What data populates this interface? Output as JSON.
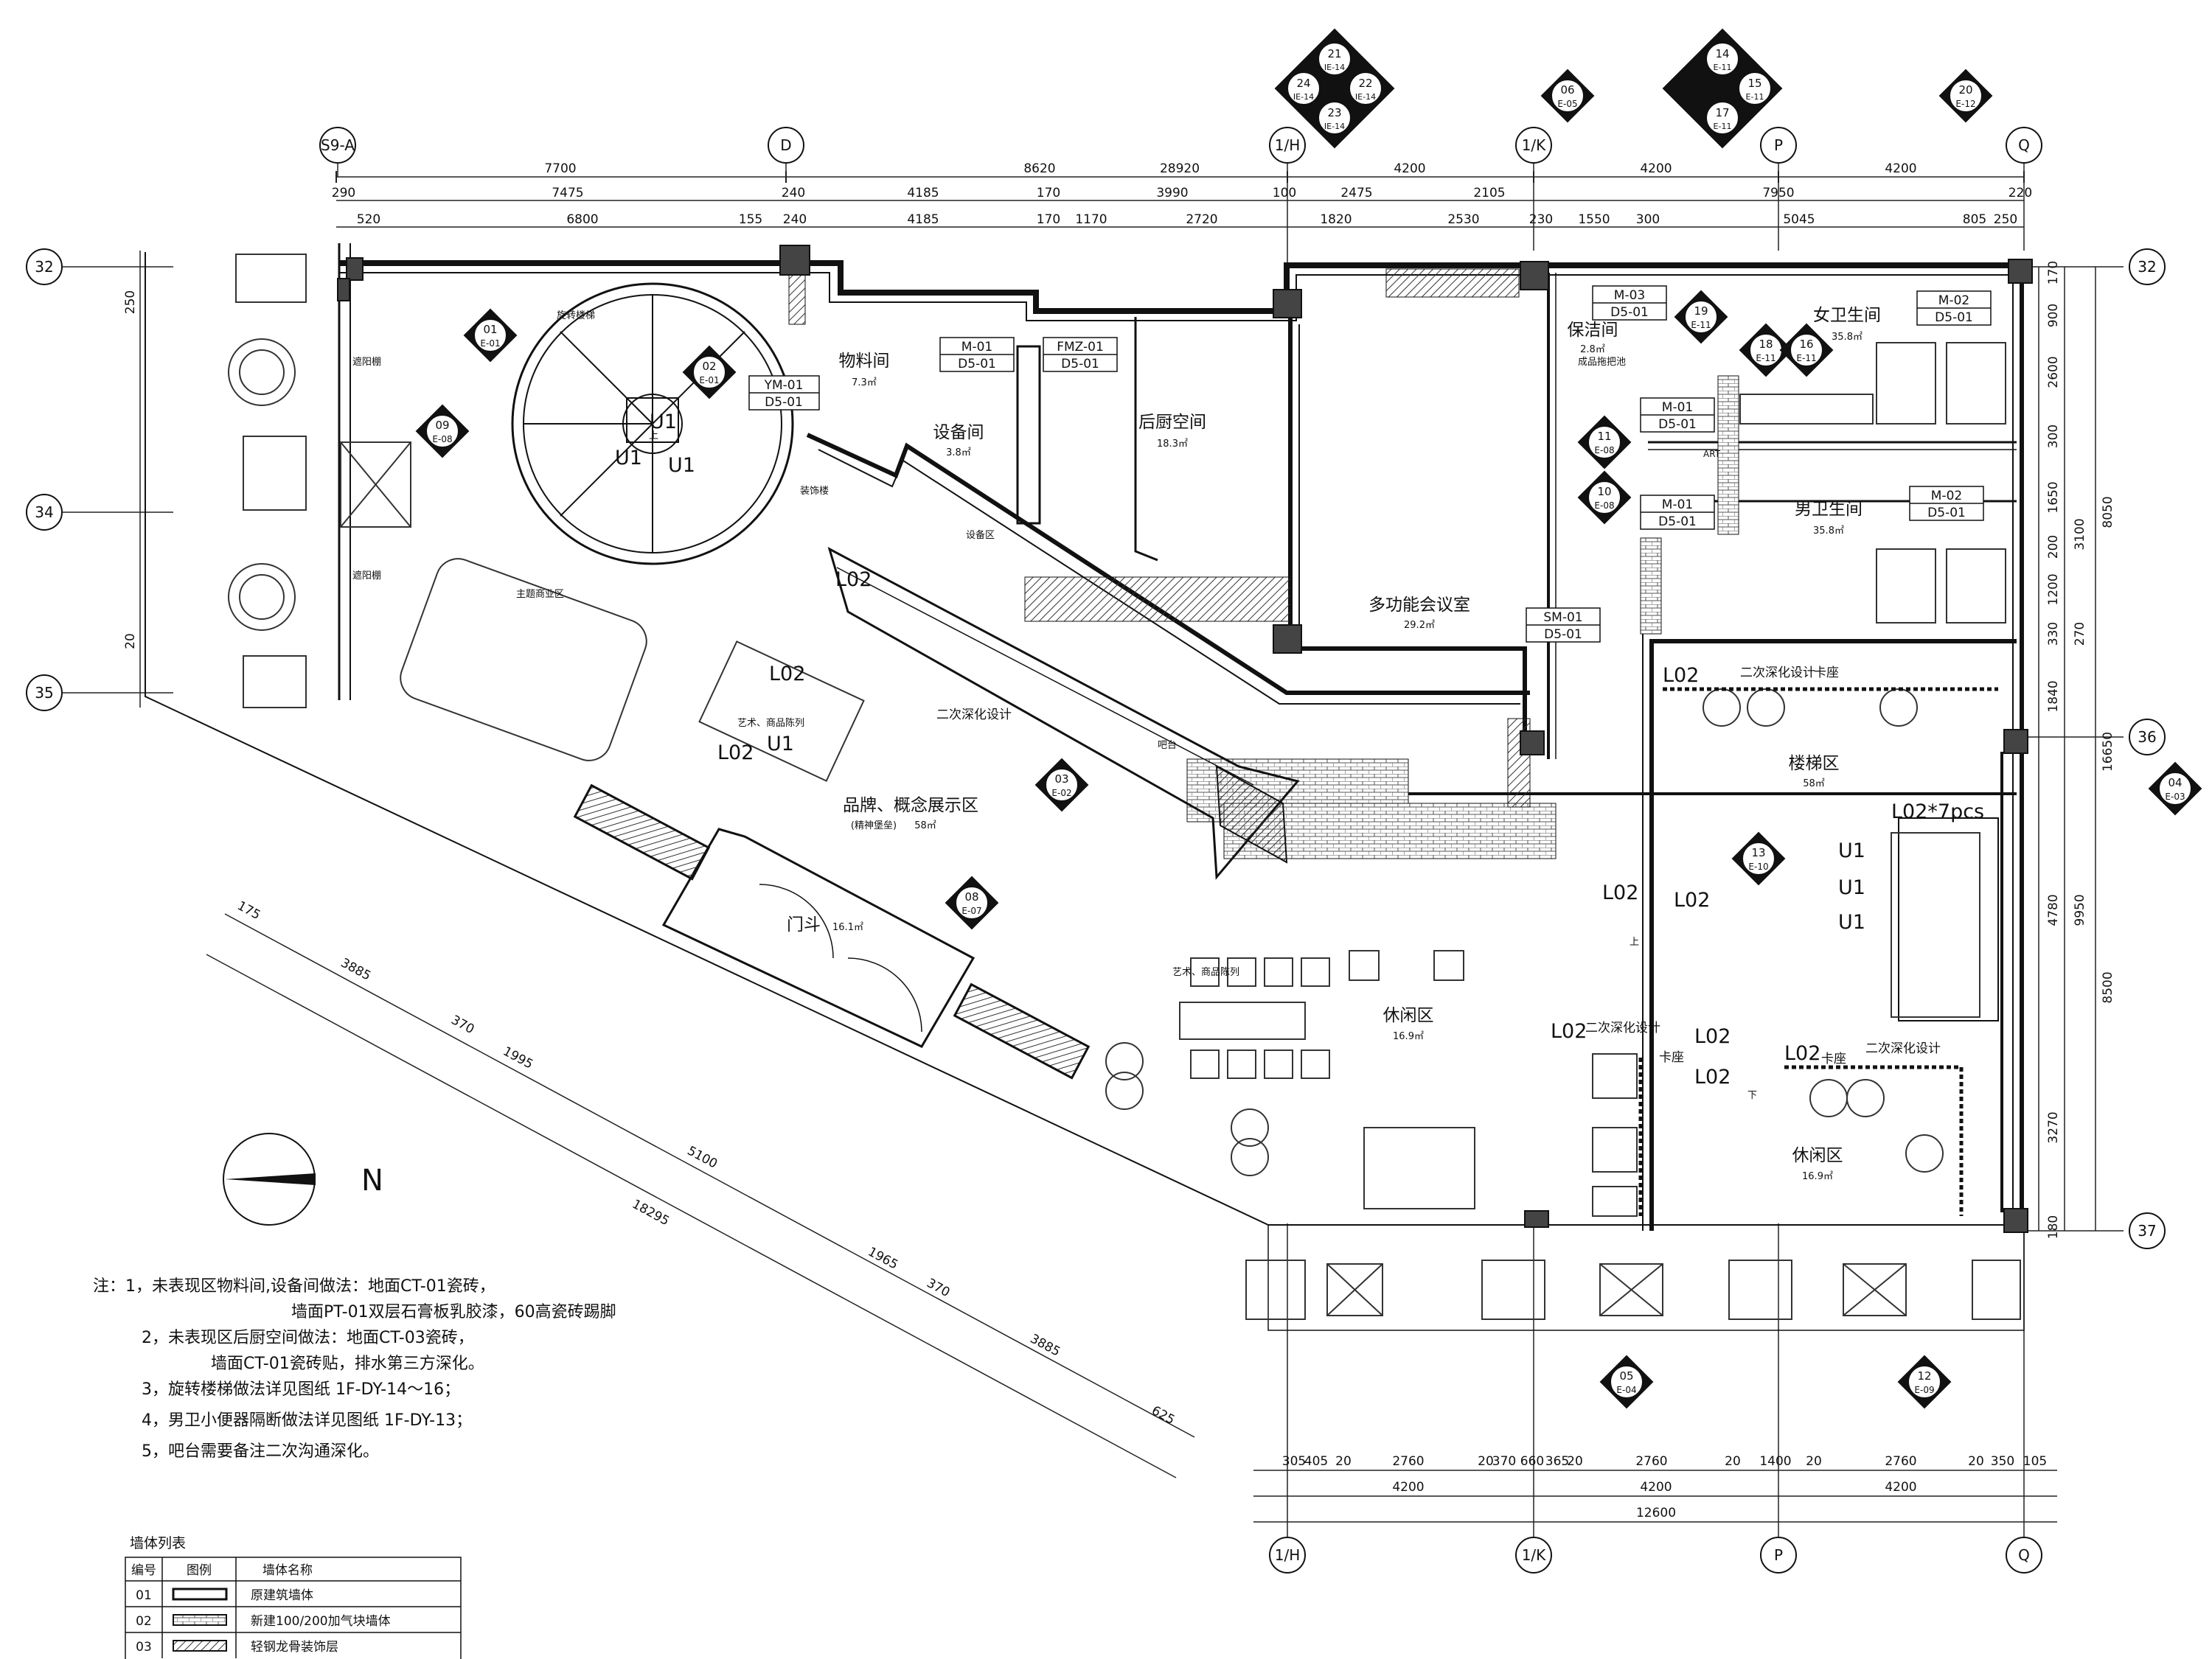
{
  "axes": {
    "columns_top": [
      "S9-A",
      "D",
      "1/H",
      "1/K",
      "P",
      "Q"
    ],
    "columns_bottom": [
      "1/H",
      "1/K",
      "P",
      "Q"
    ],
    "rows": [
      "32",
      "34",
      "35",
      "36",
      "37"
    ]
  },
  "dims": {
    "top1": [
      "7700",
      "8620",
      "28920",
      "4200",
      "4200",
      "4200"
    ],
    "top2": [
      "290",
      "7475",
      "240",
      "4185",
      "170",
      "3990",
      "100",
      "2475",
      "2105",
      "7950",
      "220"
    ],
    "top3": [
      "520",
      "6800",
      "155",
      "240",
      "4185",
      "170",
      "1170",
      "2720",
      "1820",
      "2530",
      "230",
      "1550",
      "300",
      "5045",
      "805",
      "250"
    ],
    "right1": [
      "170",
      "900",
      "2600",
      "300",
      "1650",
      "3100",
      "200",
      "1200",
      "330",
      "270",
      "1840",
      "4780",
      "3270",
      "180"
    ],
    "right2": [
      "8050",
      "16650",
      "9950",
      "8500"
    ],
    "bottom1": [
      "305",
      "405",
      "20",
      "2760",
      "20",
      "370",
      "660",
      "365",
      "20",
      "2760",
      "20",
      "1400",
      "20",
      "2760",
      "20",
      "350",
      "105"
    ],
    "bottom2": [
      "4200",
      "4200",
      "4200"
    ],
    "bottom3": [
      "12600"
    ],
    "diag": [
      "175",
      "3885",
      "370",
      "1995",
      "5100",
      "18295",
      "1965",
      "370",
      "3885",
      "625"
    ],
    "left": [
      "250",
      "20"
    ]
  },
  "rooms": {
    "storage": {
      "name": "物料间",
      "area": "7.3㎡"
    },
    "equip": {
      "name": "设备间",
      "area": "3.8㎡"
    },
    "kitchen": {
      "name": "后厨空间",
      "area": "18.3㎡"
    },
    "meeting": {
      "name": "多功能会议室",
      "area": "29.2㎡"
    },
    "cleaning": {
      "name": "保洁间",
      "area": "2.8㎡"
    },
    "women": {
      "name": "女卫生间",
      "area": "35.8㎡"
    },
    "men": {
      "name": "男卫生间",
      "area": "35.8㎡"
    },
    "stairs": {
      "name": "楼梯区",
      "area": "58㎡"
    },
    "brand": {
      "name": "品牌、概念展示区",
      "sub": "(精神堡垒)",
      "area": "58㎡"
    },
    "vestibule": {
      "name": "门斗",
      "area": "16.1㎡"
    },
    "lounge1": {
      "name": "休闲区",
      "area": "16.9㎡"
    },
    "lounge2": {
      "name": "休闲区",
      "area": "16.9㎡"
    }
  },
  "misc_labels": {
    "spiral": "旋转楼梯",
    "shade1": "遮阳棚",
    "shade2": "遮阳棚",
    "theme": "主题商业区",
    "equip_area": "设备区",
    "secondary1": "二次深化设计",
    "secondary2": "二次深化设计",
    "secondary3": "二次深化设计",
    "secondary4": "二次深化设计",
    "booth1": "卡座",
    "booth2": "卡座",
    "booth3": "卡座",
    "art1": "艺术、商品陈列",
    "art2": "艺术、商品陈列",
    "clean_pool": "成品拖把池",
    "art_tag": "ART",
    "down": "下",
    "up": "上",
    "stair_note": "L02*7pcs",
    "decor_stair": "装饰楼",
    "bar": "吧台"
  },
  "doors": {
    "ym01": [
      "YM-01",
      "D5-01"
    ],
    "m01a": [
      "M-01",
      "D5-01"
    ],
    "fmz01": [
      "FMZ-01",
      "D5-01"
    ],
    "m03": [
      "M-03",
      "D5-01"
    ],
    "m02a": [
      "M-02",
      "D5-01"
    ],
    "m01b": [
      "M-01",
      "D5-01"
    ],
    "m01c": [
      "M-01",
      "D5-01"
    ],
    "m02b": [
      "M-02",
      "D5-01"
    ],
    "sm01": [
      "SM-01",
      "D5-01"
    ]
  },
  "markers": {
    "m01": [
      "01",
      "E-01"
    ],
    "m02": [
      "02",
      "E-01"
    ],
    "m09": [
      "09",
      "E-08"
    ],
    "m03": [
      "03",
      "E-02"
    ],
    "m08": [
      "08",
      "E-07"
    ],
    "m06": [
      "06",
      "E-05"
    ],
    "m20": [
      "20",
      "E-12"
    ],
    "m19": [
      "19",
      "E-11"
    ],
    "m18": [
      "18",
      "E-11"
    ],
    "m16": [
      "16",
      "E-11"
    ],
    "m11": [
      "11",
      "E-08"
    ],
    "m10": [
      "10",
      "E-08"
    ],
    "m13": [
      "13",
      "E-10"
    ],
    "m04": [
      "04",
      "E-03"
    ],
    "m05": [
      "05",
      "E-04"
    ],
    "m12": [
      "12",
      "E-09"
    ],
    "cluster1": [
      "21",
      "IE-14",
      "24",
      "IE-14",
      "22",
      "IE-14",
      "23",
      "IE-14"
    ],
    "cluster2": [
      "14",
      "E-11",
      "15",
      "E-11",
      "17",
      "E-11"
    ]
  },
  "light_labels": {
    "L02": "L02",
    "U1": "U1"
  },
  "north": "N",
  "notes": [
    "注：1，未表现区物料间,设备间做法：地面CT-01瓷砖，",
    "墙面PT-01双层石膏板乳胶漆，60高瓷砖踢脚",
    "2，未表现区后厨空间做法：地面CT-03瓷砖，",
    "墙面CT-01瓷砖贴，排水第三方深化。",
    "3，旋转楼梯做法详见图纸 1F-DY-14～16；",
    "4，男卫小便器隔断做法详见图纸 1F-DY-13；",
    "5，吧台需要备注二次沟通深化。"
  ],
  "legend": {
    "title": "墙体列表",
    "headers": [
      "编号",
      "图例",
      "墙体名称"
    ],
    "rows": [
      {
        "no": "01",
        "name": "原建筑墙体"
      },
      {
        "no": "02",
        "name": "新建100/200加气块墙体"
      },
      {
        "no": "03",
        "name": "轻钢龙骨装饰层"
      }
    ]
  }
}
